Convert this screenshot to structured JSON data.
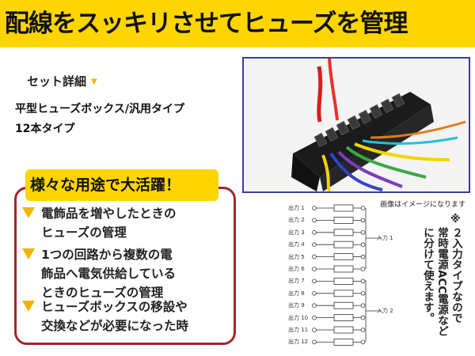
{
  "header": {
    "title": "配線をスッキリさせてヒューズを管理",
    "bg_color": "#ffd500"
  },
  "set_detail": {
    "label": "セット詳細",
    "marker": "▼",
    "spec_line1": "平型ヒューズボックス/汎用タイプ",
    "spec_line2": "12本タイプ"
  },
  "photo": {
    "note": "画像はイメージになります"
  },
  "usage": {
    "banner": "様々な用途で大活躍！",
    "items": [
      {
        "lines": [
          "電飾品を増やしたときの",
          "ヒューズの管理"
        ]
      },
      {
        "lines": [
          "1つの回路から複数の電",
          "飾品へ電気供給している",
          "ときのヒューズの管理"
        ]
      },
      {
        "lines": [
          "ヒューズボックスの移設や",
          "交換などが必要になった時"
        ]
      }
    ]
  },
  "diagram": {
    "outputs": [
      "出力 1",
      "出力 2",
      "出力 3",
      "出力 4",
      "出力 5",
      "出力 6",
      "出力 7",
      "出力 8",
      "出力 9",
      "出力 10",
      "出力 11",
      "出力 12"
    ],
    "inputs": [
      "入力 1",
      "入力 2"
    ]
  },
  "note": {
    "mark": "※",
    "columns": [
      "２入力タイプなので",
      "常時電源ACC電源など",
      "に分けて使えます。"
    ]
  }
}
